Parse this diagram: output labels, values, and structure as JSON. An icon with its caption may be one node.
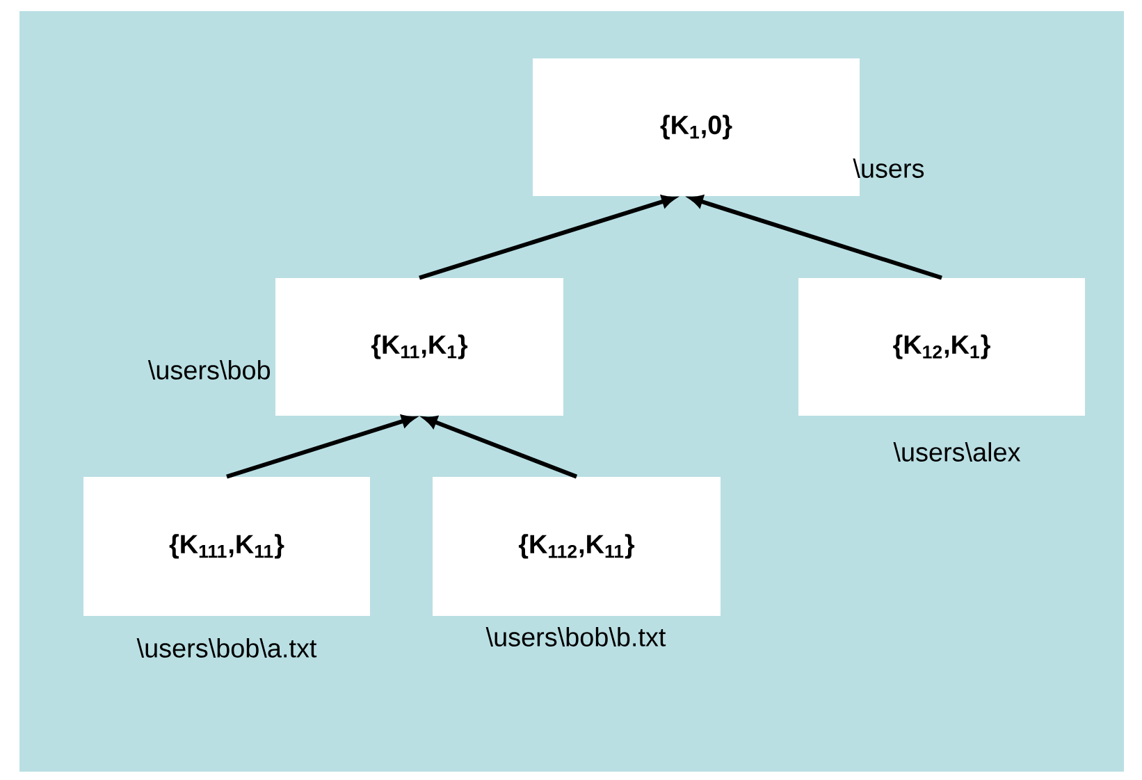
{
  "diagram": {
    "nodes": [
      {
        "text": [
          "{K$_{1}$,0}"
        ],
        "beside": [
          "\\users"
        ]
      },
      {
        "text": [
          "{K$_{11}$,K$_{1}$}"
        ],
        "beside": [
          "\\users\\bob"
        ]
      },
      {
        "text": [
          "{K$_{12}$,K$_{1}$}"
        ],
        "beside": [
          "\\users\\alex"
        ]
      },
      {
        "text": [
          "{K$_{111}$,K$_{11}$}"
        ],
        "beside": [
          "\\users\\bob\\a.txt"
        ]
      },
      {
        "text": [
          "{K$_{112}$,K$_{11}$}"
        ],
        "beside": [
          "\\users\\bob\\b.txt"
        ]
      }
    ],
    "edges": [
      {
        "from": 1,
        "to": 0,
        "arrow": "to"
      },
      {
        "from": 2,
        "to": 0,
        "arrow": "to"
      },
      {
        "from": 3,
        "to": 1,
        "arrow": "to"
      },
      {
        "from": 4,
        "to": 1,
        "arrow": "to"
      }
    ]
  }
}
